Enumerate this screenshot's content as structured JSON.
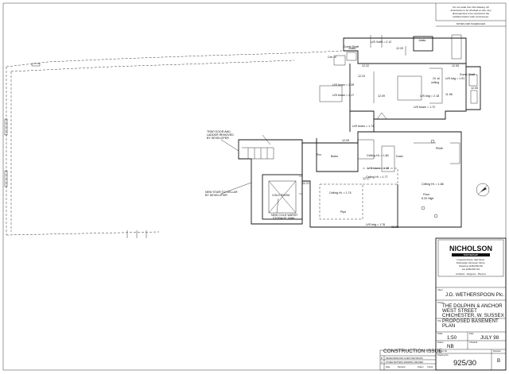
{
  "notes_header": {
    "lines": [
      "Do not scale from this drawing. All",
      "dimensions to be checked on site. Any",
      "discrepancies to be reported to the",
      "architect before work commences."
    ]
  },
  "notes_title": "NOTES AND SCHEDULES",
  "annotations": {
    "trap_door": [
      "TRAP DOOR AND",
      "LADDER REMOVED",
      "BY DEVELOPER"
    ],
    "new_stair": [
      "NEW STAIR TO CELLAR",
      "BY DEVELOPER"
    ],
    "cold_water": [
      "NEW COLD WATER",
      "STORAGE TANK"
    ],
    "cold_room": "COLD ROOM",
    "pipe": "Pipe",
    "plinth": "Plinth",
    "floor_label": [
      "Floor",
      "6.20 High"
    ],
    "ol_label": [
      "Ol. at",
      "ceiling"
    ],
    "ceiling_1": "Ceiling Ht. = 1.80",
    "ceiling_2": "Ceiling Ht. = 1.88",
    "ceiling_3": "Ceiling Ht. = 1.74",
    "ceiling_4": "Ceiling Ht. = 1.77",
    "levels": [
      "12.22",
      "12.23",
      "12.09",
      "12.05",
      "12.20",
      "12.17",
      "12.21",
      "11.96",
      "12.23",
      "12.09",
      "12.05"
    ],
    "soffits": [
      "U/S Soffit = 2.12",
      "U/S bdg = 2.18",
      "U/S beam = 2.35",
      "U/S beam = 1.74",
      "U/S beam = 1.72",
      "U/S bdg = 1.91",
      "U/S beam = 2.17",
      "U/S beam = 1.65",
      "U/S bdg = 1.76"
    ],
    "misc": [
      "Joists",
      "Dumb Shaft",
      "Dumb Shaft",
      "Cat. of",
      "Joists",
      "Rm.",
      "Boiler",
      "Drain"
    ]
  },
  "title_block": {
    "firm": "NICHOLSON",
    "firm_sub": "PARTNERSHIP",
    "address": [
      "Longwood House, High Street,",
      "Pickersleigh, Worcester, Worcs.",
      "Telephone 01684 892 000",
      "Fax 01684 892 001"
    ],
    "disciplines": "Architects · Designers · Planners",
    "client_label": "Client",
    "client": "J.D. WETHERSPOON Plc.",
    "project_label": "Project",
    "project": [
      "THE DOLPHIN & ANCHOR",
      "WEST STREET",
      "CHICHESTER, W. SUSSEX"
    ],
    "title_label": "Title",
    "title": [
      "PROPOSED BASEMENT",
      "PLAN"
    ],
    "scale_label": "Scale",
    "scale": "1:50",
    "date_label": "Date",
    "date": "JULY 98",
    "drawn_label": "Drawn",
    "drawn": "NB",
    "checked_label": "Checked",
    "project_no_label": "Project No.",
    "drawing_no_label": "Drawing No.",
    "drawing_no": "925/30",
    "revision_label": "Revision",
    "revision": "B",
    "stamp": "CONSTRUCTION ISSUE",
    "rev_rows": [
      {
        "rev": "B",
        "desc": "DEVELOPER AND CLIENT REVISIONS"
      },
      {
        "rev": "A",
        "desc": "OTHER MATTERS DRAWING REVISED"
      }
    ],
    "rev_cols": [
      "Date",
      "Revision",
      "Drawn",
      "Check"
    ]
  }
}
